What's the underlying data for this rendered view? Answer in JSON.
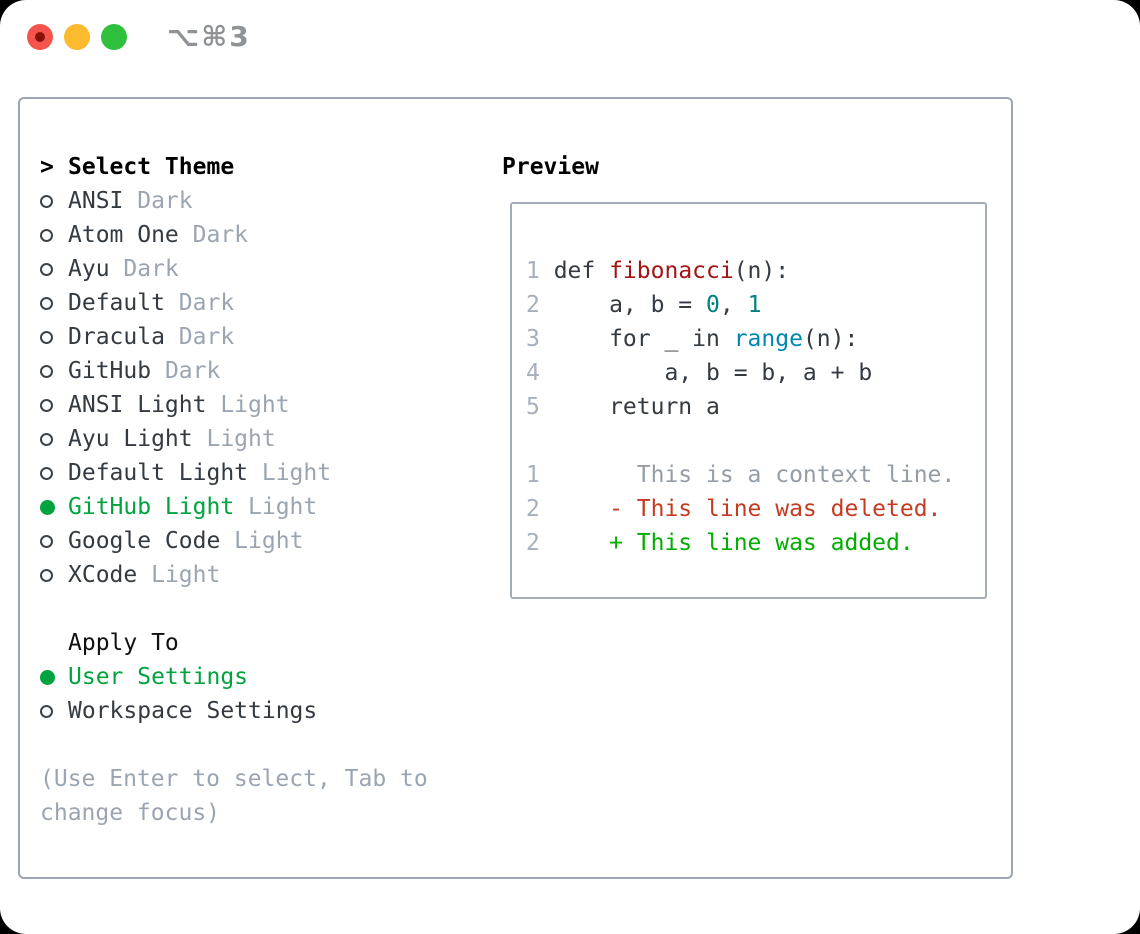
{
  "window": {
    "shortcut_badge": "⌥⌘3",
    "traffic_lights": [
      "close",
      "minimize",
      "zoom"
    ]
  },
  "theme_selector": {
    "title_prefix": ">",
    "title": "Select Theme",
    "items": [
      {
        "name": "ANSI",
        "variant": "Dark",
        "selected": false
      },
      {
        "name": "Atom One",
        "variant": "Dark",
        "selected": false
      },
      {
        "name": "Ayu",
        "variant": "Dark",
        "selected": false
      },
      {
        "name": "Default",
        "variant": "Dark",
        "selected": false
      },
      {
        "name": "Dracula",
        "variant": "Dark",
        "selected": false
      },
      {
        "name": "GitHub",
        "variant": "Dark",
        "selected": false
      },
      {
        "name": "ANSI Light",
        "variant": "Light",
        "selected": false
      },
      {
        "name": "Ayu Light",
        "variant": "Light",
        "selected": false
      },
      {
        "name": "Default Light",
        "variant": "Light",
        "selected": false
      },
      {
        "name": "GitHub Light",
        "variant": "Light",
        "selected": true
      },
      {
        "name": "Google Code",
        "variant": "Light",
        "selected": false
      },
      {
        "name": "XCode",
        "variant": "Light",
        "selected": false
      }
    ],
    "apply_to": {
      "title": "Apply To",
      "options": [
        {
          "name": "User Settings",
          "selected": true
        },
        {
          "name": "Workspace Settings",
          "selected": false
        }
      ]
    },
    "hint_lines": [
      "(Use Enter to select, Tab to",
      "change focus)"
    ]
  },
  "preview": {
    "title": "Preview",
    "code_lines": [
      {
        "num": "1",
        "segments": [
          {
            "t": "def ",
            "c": "plain"
          },
          {
            "t": "fibonacci",
            "c": "title"
          },
          {
            "t": "(n):",
            "c": "plain"
          }
        ]
      },
      {
        "num": "2",
        "segments": [
          {
            "t": "    a, b = ",
            "c": "plain"
          },
          {
            "t": "0",
            "c": "number"
          },
          {
            "t": ", ",
            "c": "plain"
          },
          {
            "t": "1",
            "c": "number"
          }
        ]
      },
      {
        "num": "3",
        "segments": [
          {
            "t": "    for _ in ",
            "c": "plain"
          },
          {
            "t": "range",
            "c": "builtin"
          },
          {
            "t": "(n):",
            "c": "plain"
          }
        ]
      },
      {
        "num": "4",
        "segments": [
          {
            "t": "        a, b = b, a + b",
            "c": "plain"
          }
        ]
      },
      {
        "num": "5",
        "segments": [
          {
            "t": "    return a",
            "c": "plain"
          }
        ]
      },
      {
        "num": "",
        "segments": []
      },
      {
        "num": "1",
        "segments": [
          {
            "t": "      This is a context line.",
            "c": "context"
          }
        ]
      },
      {
        "num": "2",
        "segments": [
          {
            "t": "    - This line was deleted.",
            "c": "deletion"
          }
        ]
      },
      {
        "num": "2",
        "segments": [
          {
            "t": "    + This line was added.",
            "c": "addition"
          }
        ]
      }
    ]
  },
  "colors": {
    "accent_green": "#00a33e",
    "addition_green": "#00ae00",
    "deletion_red": "#c53b22",
    "function_red": "#a31414",
    "number_teal": "#008080",
    "builtin_blue": "#0086b3",
    "text_dark": "#333a41",
    "muted_gray": "#9aa5b1",
    "line_number_gray": "#a7b0ba",
    "context_gray": "#949da6",
    "traffic_red": "#f4544c",
    "traffic_yellow": "#fcbb2e",
    "traffic_green": "#2fc13e"
  }
}
